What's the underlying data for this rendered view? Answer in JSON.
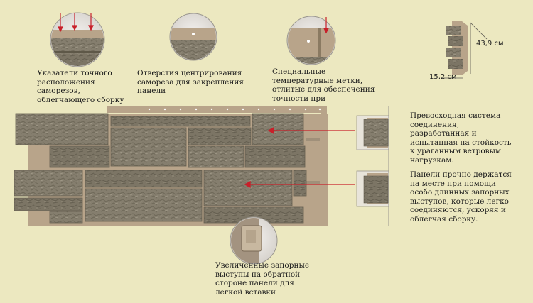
{
  "labels": {
    "pointers": "Указатели точного\nрасположения\nсаморезов,\nоблегчающего сборку",
    "holes": "Отверстия центрирования\nсамореза для закрепления\nпанели",
    "marks": "Специальные\nтемпературные метки,\nотлитые для обеспечения\nточности при",
    "system": "Превосходная система\nсоединения,\nразработанная и\nиспытанная на стойкость\nк ураганным ветровым\nнагрузкам.",
    "hold": "Панели прочно держатся\nна месте при помощи\nособо длинных запорных\nвыступов, которые легко\nсоединяются, ускоряя и\nоблегчая сборку.",
    "locks": "Увеличенные запорные\nвыступы на обратной\nстороне панели для\nлегкой вставки"
  },
  "dimensions": {
    "height": "43,9 см",
    "width": "15,2 см"
  },
  "colors": {
    "background": "#ece8c0",
    "arrow": "#c8202a",
    "stone": "#847c6c",
    "mortar": "#b8a48a"
  }
}
